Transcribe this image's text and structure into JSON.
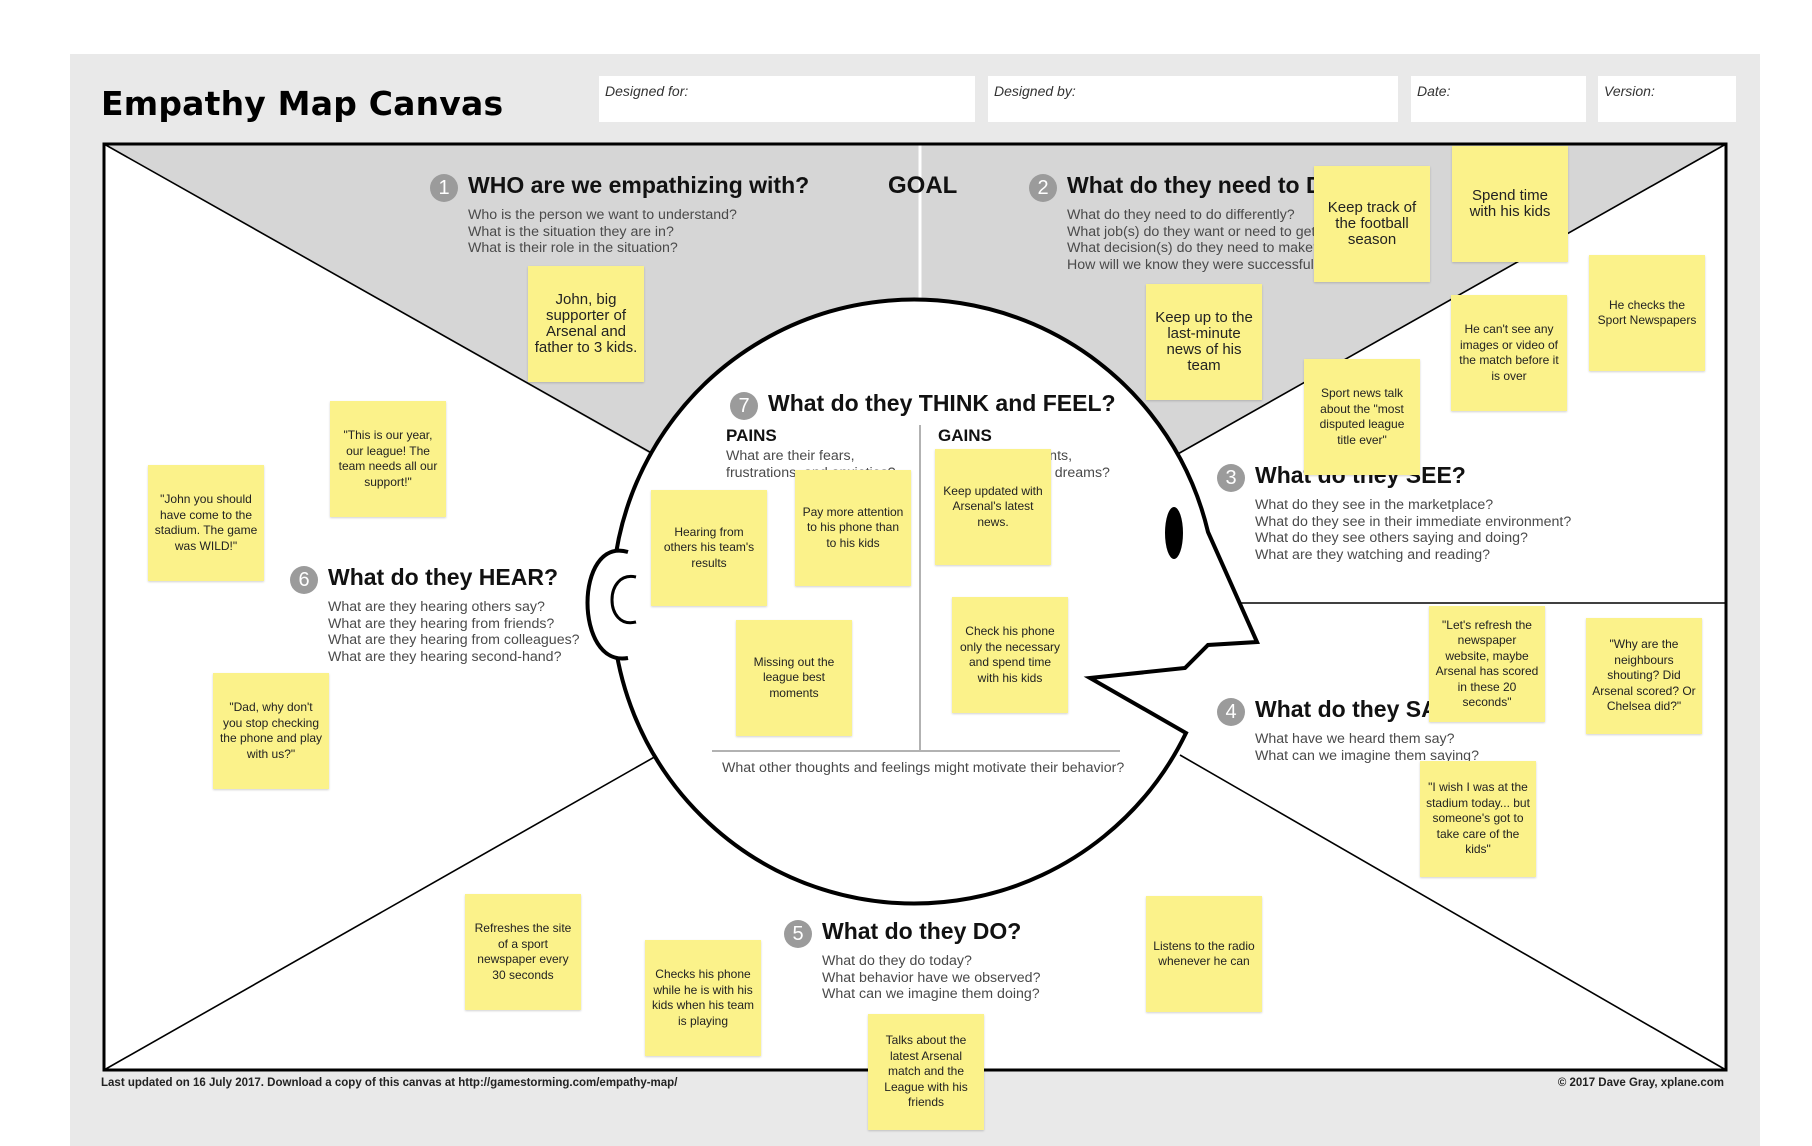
{
  "header": {
    "title": "Empathy Map Canvas",
    "fields": [
      {
        "label": "Designed for:"
      },
      {
        "label": "Designed by:"
      },
      {
        "label": "Date:"
      },
      {
        "label": "Version:"
      }
    ]
  },
  "goal_label": "GOAL",
  "sections": {
    "who": {
      "num": "1",
      "title": "WHO are we empathizing with?",
      "questions": [
        "Who is the person we want to understand?",
        "What is the situation they are in?",
        "What is their role in the situation?"
      ]
    },
    "do_need": {
      "num": "2",
      "title": "What do they need to DO?",
      "questions": [
        "What do they need to do differently?",
        "What job(s) do they want or need to get done?",
        "What decision(s) do they need to make?",
        "How will we know they were successful?"
      ]
    },
    "see": {
      "num": "3",
      "title": "What do they SEE?",
      "questions": [
        "What do they see in the marketplace?",
        "What do they see in their immediate environment?",
        "What do they see others saying and doing?",
        "What are they watching and reading?"
      ]
    },
    "say": {
      "num": "4",
      "title": "What do they SAY?",
      "questions": [
        "What have we heard them say?",
        "What can we imagine them saying?"
      ]
    },
    "do": {
      "num": "5",
      "title": "What do they DO?",
      "questions": [
        "What do they do today?",
        "What behavior have we observed?",
        "What can we imagine them doing?"
      ]
    },
    "hear": {
      "num": "6",
      "title": "What do they HEAR?",
      "questions": [
        "What are they hearing others say?",
        "What are they hearing from friends?",
        "What are they hearing from colleagues?",
        "What are they hearing second-hand?"
      ]
    },
    "think": {
      "num": "7",
      "title": "What do they THINK and FEEL?",
      "pains_title": "PAINS",
      "pains_q": [
        "What are their fears,",
        "frustrations, and anxieties?"
      ],
      "gains_title": "GAINS",
      "gains_q": [
        "What are their wants,",
        "needs, hopes and dreams?"
      ],
      "motivate": "What other thoughts and feelings might motivate their behavior?"
    }
  },
  "notes": {
    "n01": "John, big supporter of Arsenal and father to 3 kids.",
    "n02": "Keep track of the football season",
    "n03": "Spend time with his kids",
    "n04": "Keep up to the last-minute news of his team",
    "n05": "He checks the Sport Newspapers",
    "n06": "He can't see any images or video of the match before it is over",
    "n07": "Sport news talk about the \"most disputed league title ever\"",
    "n08": "\"This is our year, our league! The team needs all our support!\"",
    "n09": "\"John you should have come to the stadium. The game was WILD!\"",
    "n10": "\"Dad, why don't you stop checking the phone and play with us?\"",
    "n11": "Hearing from others his team's results",
    "n12": "Pay more attention to his phone than to his kids",
    "n13": "Keep updated with Arsenal's latest news.",
    "n14": "Missing out the league best moments",
    "n15": "Check his phone only the necessary and spend time with his kids",
    "n16": "\"Let's refresh the newspaper website, maybe Arsenal has scored in these 20 seconds\"",
    "n17": "\"Why are the neighbours shouting? Did Arsenal scored? Or Chelsea did?\"",
    "n18": "\"I wish I was at the stadium today... but someone's got to take care of the kids\"",
    "n19": "Refreshes the site of a sport newspaper every 30 seconds",
    "n20": "Checks his phone while he is with his kids when his team is playing",
    "n21": "Listens to the radio whenever he can",
    "n22": "Talks about the latest Arsenal match and the League with his friends"
  },
  "footer": {
    "left": "Last updated on 16 July 2017. Download a copy of this canvas at http://gamestorming.com/empathy-map/",
    "right": "© 2017 Dave Gray, xplane.com"
  },
  "colors": {
    "sheet": "#e9e9e9",
    "top_area": "#d6d6d6",
    "sticky": "#fbf28a",
    "number_badge": "#9b9b9b"
  }
}
